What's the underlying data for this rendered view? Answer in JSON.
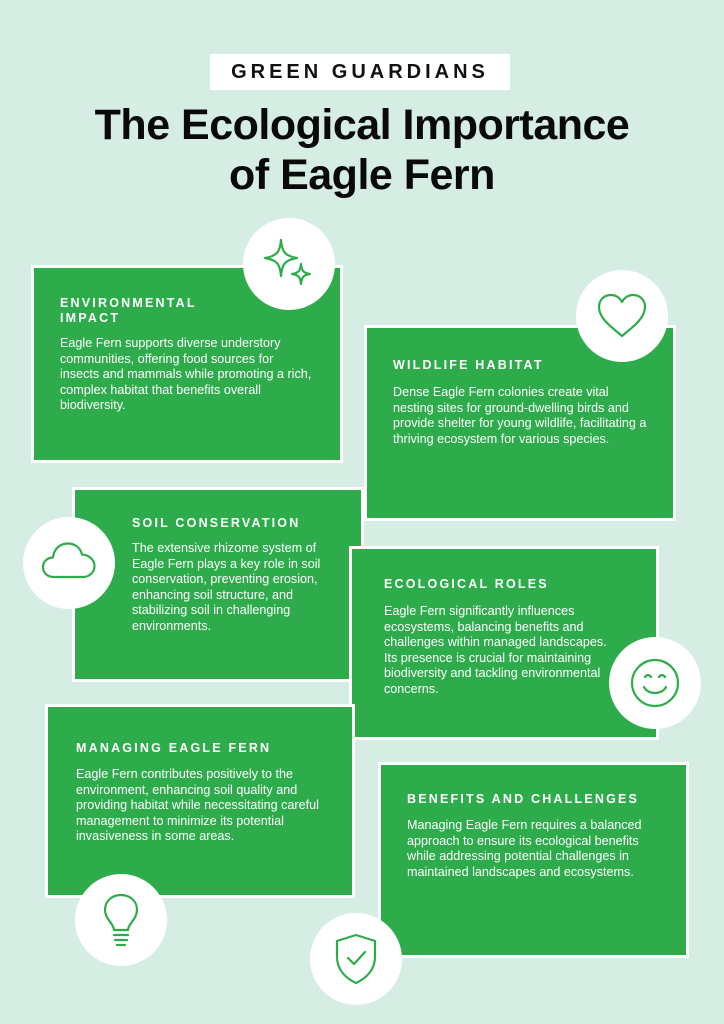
{
  "header": {
    "brand": "GREEN GUARDIANS",
    "title_line1": "The Ecological Importance",
    "title_line2": "of Eagle Fern"
  },
  "colors": {
    "background": "#d5ede2",
    "card": "#2eac4c",
    "accent": "#2eac4c"
  },
  "sections": {
    "environmental_impact": {
      "title_line1": "ENVIRONMENTAL",
      "title_line2": "IMPACT",
      "text": "Eagle Fern supports diverse understory communities, offering food sources for insects and mammals while promoting a rich, complex habitat that benefits overall biodiversity.",
      "icon": "sparkles-icon"
    },
    "wildlife_habitat": {
      "title": "WILDLIFE HABITAT",
      "text": "Dense Eagle Fern colonies create vital nesting sites for ground-dwelling birds and provide shelter for young wildlife, facilitating a thriving ecosystem for various species.",
      "icon": "heart-icon"
    },
    "soil_conservation": {
      "title": "SOIL CONSERVATION",
      "text": "The extensive rhizome system of Eagle Fern plays a key role in soil conservation, preventing erosion, enhancing soil structure, and stabilizing soil in challenging environments.",
      "icon": "cloud-icon"
    },
    "ecological_roles": {
      "title": "ECOLOGICAL ROLES",
      "text": "Eagle Fern significantly influences ecosystems, balancing benefits and challenges within managed landscapes. Its presence is crucial for maintaining biodiversity and tackling environmental concerns.",
      "icon": "smiley-icon"
    },
    "managing_eagle_fern": {
      "title": "MANAGING EAGLE FERN",
      "text": "Eagle Fern contributes positively to the environment, enhancing soil quality and providing habitat while necessitating careful management to minimize its potential invasiveness in some areas.",
      "icon": "lightbulb-icon"
    },
    "benefits_and_challenges": {
      "title": "BENEFITS AND CHALLENGES",
      "text": "Managing Eagle Fern requires a balanced approach to ensure its ecological benefits while addressing potential challenges in maintained landscapes and ecosystems.",
      "icon": "shield-check-icon"
    }
  }
}
